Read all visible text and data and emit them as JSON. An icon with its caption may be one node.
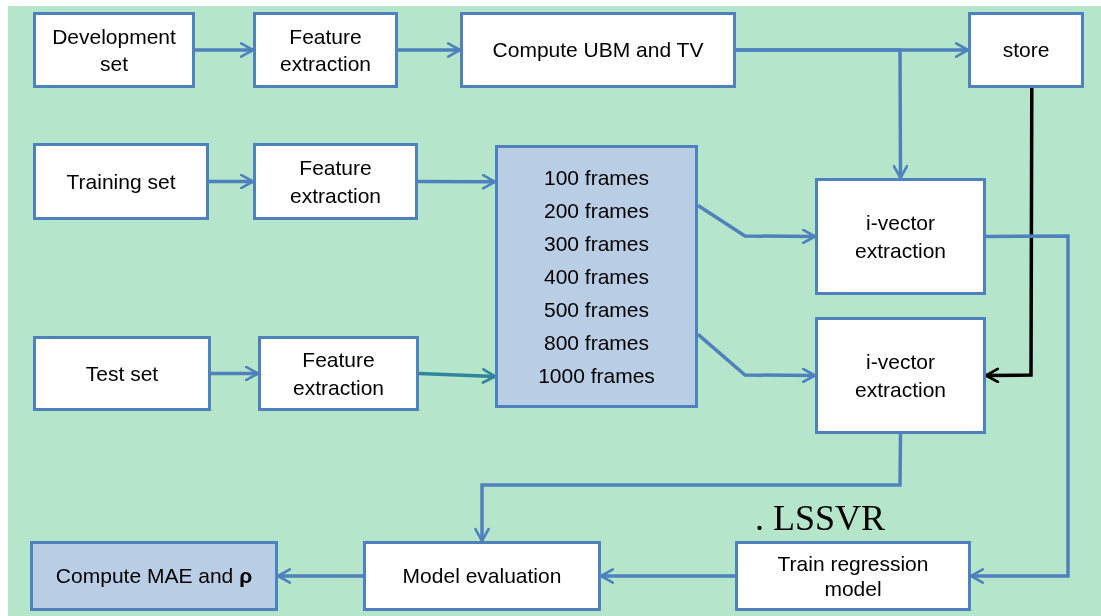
{
  "diagram": {
    "nodes": [
      {
        "text": [
          "Development set"
        ]
      },
      {
        "text": [
          "Feature extraction"
        ]
      },
      {
        "text": [
          "Compute UBM and TV"
        ]
      },
      {
        "text": [
          "store"
        ]
      },
      {
        "text": [
          "Training set"
        ]
      },
      {
        "text": [
          "Feature extraction"
        ]
      },
      {
        "text": [
          "100 frames",
          "200 frames",
          "300 frames",
          "400 frames",
          "500 frames",
          "800 frames",
          "1000 frames"
        ]
      },
      {
        "text": [
          "i-vector extraction"
        ]
      },
      {
        "text": [
          "Test set"
        ]
      },
      {
        "text": [
          "Feature extraction"
        ]
      },
      {
        "text": [
          "i-vector extraction"
        ]
      },
      {
        "text": [
          "Compute MAE and **ρ**"
        ]
      },
      {
        "text": [
          "Model evaluation"
        ]
      },
      {
        "text": [
          "Train regression model"
        ],
        "beside": [
          ". LSSVR"
        ]
      }
    ],
    "edges": [
      {
        "from": 0,
        "to": 1,
        "arrow": "to"
      },
      {
        "from": 1,
        "to": 2,
        "arrow": "to"
      },
      {
        "from": 2,
        "to": 3,
        "arrow": "to"
      },
      {
        "from": 2,
        "to": 7,
        "arrow": "to"
      },
      {
        "from": 4,
        "to": 5,
        "arrow": "to"
      },
      {
        "from": 5,
        "to": 6,
        "arrow": "to"
      },
      {
        "from": 8,
        "to": 9,
        "arrow": "to"
      },
      {
        "from": 9,
        "to": 6,
        "arrow": "to",
        "color": "#31849b"
      },
      {
        "from": 6,
        "to": 7,
        "arrow": "to"
      },
      {
        "from": 6,
        "to": 10,
        "arrow": "to"
      },
      {
        "from": 3,
        "to": 10,
        "arrow": "to",
        "color": "#000000"
      },
      {
        "from": 7,
        "to": 13,
        "arrow": "to"
      },
      {
        "from": 10,
        "to": 12,
        "arrow": "to"
      },
      {
        "from": 13,
        "to": 12,
        "arrow": "to"
      },
      {
        "from": 12,
        "to": 11,
        "arrow": "to"
      }
    ]
  }
}
